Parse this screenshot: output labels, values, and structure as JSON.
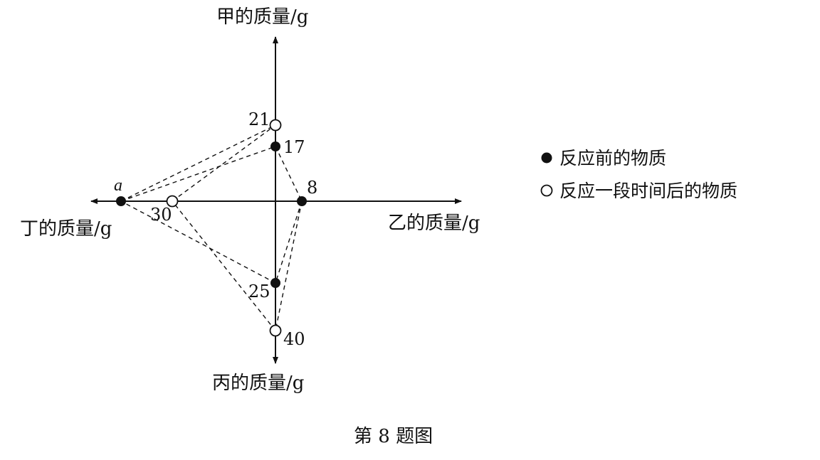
{
  "axes": {
    "top_label": "甲的质量/g",
    "right_label": "乙的质量/g",
    "bottom_label": "丙的质量/g",
    "left_label": "丁的质量/g"
  },
  "points": {
    "jia_before": "17",
    "jia_after": "21",
    "yi_before": "8",
    "bing_before": "25",
    "bing_after": "40",
    "ding_before": "a",
    "ding_after": "30"
  },
  "legend": {
    "before": "反应前的物质",
    "after": "反应一段时间后的物质"
  },
  "caption": "第 8 题图"
}
